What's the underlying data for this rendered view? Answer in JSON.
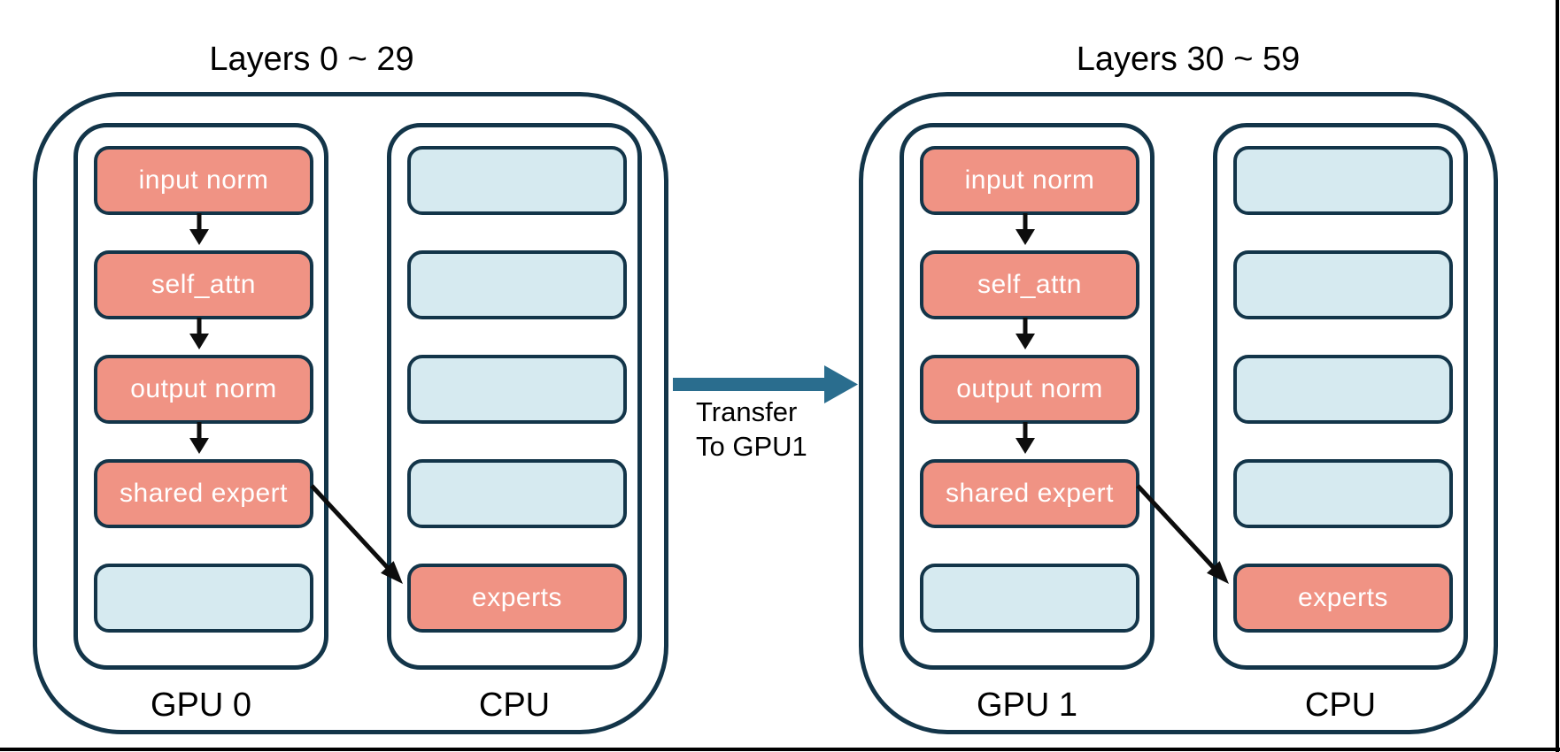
{
  "colors": {
    "border": "#133549",
    "module_fill": "#F09384",
    "slot_fill": "#D6EAF0",
    "transfer_arrow": "#2A6D8E",
    "flow_arrow": "#0d0d0d",
    "text": "#000000",
    "module_text": "#ffffff",
    "page_edge": "#000000",
    "canvas_bg": "#ffffff"
  },
  "diagram": {
    "groups": [
      {
        "title": "Layers 0 ~ 29",
        "gpu": {
          "label": "GPU 0",
          "modules": [
            "input norm",
            "self_attn",
            "output norm",
            "shared expert",
            ""
          ]
        },
        "cpu": {
          "label": "CPU",
          "modules": [
            "",
            "",
            "",
            "",
            "experts"
          ]
        }
      },
      {
        "title": "Layers 30 ~ 59",
        "gpu": {
          "label": "GPU 1",
          "modules": [
            "input norm",
            "self_attn",
            "output norm",
            "shared expert",
            ""
          ]
        },
        "cpu": {
          "label": "CPU",
          "modules": [
            "",
            "",
            "",
            "",
            "experts"
          ]
        }
      }
    ],
    "transfer": {
      "line1": "Transfer",
      "line2": "To GPU1"
    }
  }
}
